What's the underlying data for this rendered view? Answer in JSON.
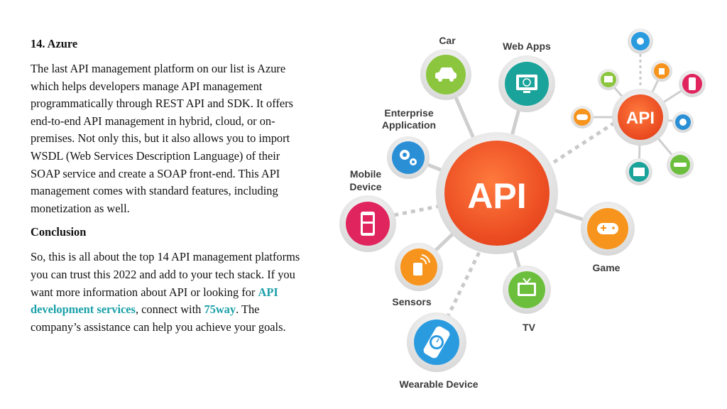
{
  "article": {
    "heading": "14. Azure",
    "paragraph1": "The last API management platform on our list is Azure which helps developers manage API management programmatically through REST API and SDK. It offers end-to-end API management in hybrid, cloud, or on-premises. Not only this, but it also allows you to import WSDL (Web Services Description Language) of their SOAP service and create a SOAP front-end. This API management comes with standard features, including monetization as well.",
    "conclusion_heading": "Conclusion",
    "conclusion_before_link1": "So, this is all about the top 14 API management platforms you can trust this 2022 and add to your tech stack. If you want more information about API or looking for ",
    "link1": "API development services",
    "conclusion_between_links": ", connect with ",
    "link2": "75way",
    "conclusion_after_link2": ". The company’s assistance can help you achieve your goals."
  },
  "diagram": {
    "center_label": "API",
    "mini_hub_label": "API",
    "labels": {
      "car": "Car",
      "web_apps": "Web Apps",
      "enterprise_line1": "Enterprise",
      "enterprise_line2": "Application",
      "mobile_line1": "Mobile",
      "mobile_line2": "Device",
      "game": "Game",
      "sensors": "Sensors",
      "tv": "TV",
      "wearable": "Wearable Device"
    },
    "colors": {
      "hub": "#f05a28",
      "car": "#8cc63f",
      "web_apps": "#1aa39a",
      "enterprise": "#2b8fd6",
      "mobile": "#e0245e",
      "game": "#f7941d",
      "sensors": "#f7941d",
      "tv": "#6cbf3c",
      "wearable": "#2b9be0",
      "link": "#1aa0a8"
    }
  }
}
